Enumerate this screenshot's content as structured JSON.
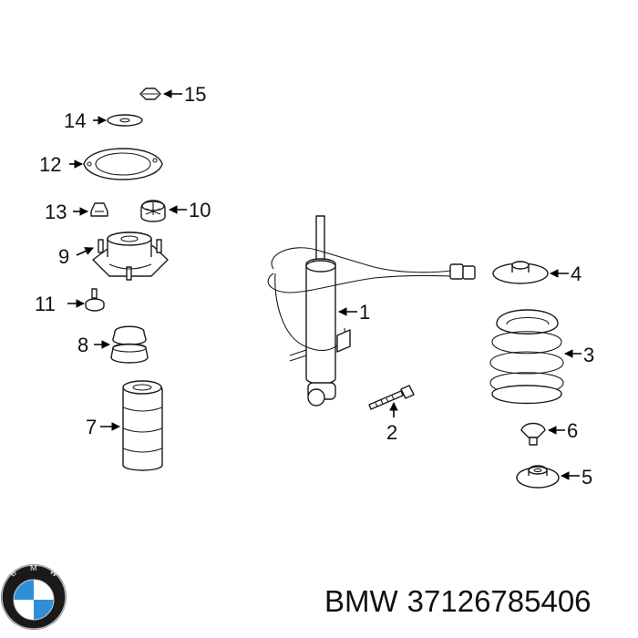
{
  "diagram": {
    "callouts": [
      "1",
      "2",
      "3",
      "4",
      "5",
      "6",
      "7",
      "8",
      "9",
      "10",
      "11",
      "12",
      "13",
      "14",
      "15"
    ]
  },
  "caption": {
    "brand": "BMW",
    "part_number": "37126785406"
  },
  "logo": {
    "letters": "BMW",
    "colors": {
      "blue": "#2f8fd6",
      "white": "#ffffff",
      "ring": "#1a1a1a"
    }
  }
}
